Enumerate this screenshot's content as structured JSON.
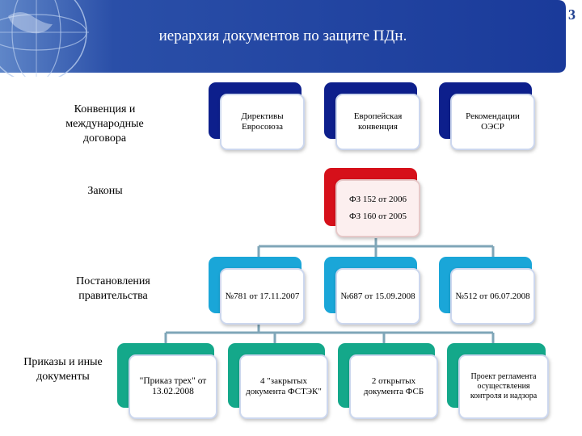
{
  "slide": {
    "title": "иерархия документов по защите ПДн.",
    "number": "3"
  },
  "levels": {
    "conventions": "Конвенция и международные договора",
    "laws": "Законы",
    "government": "Постановления правительства",
    "orders": "Приказы и иные документы"
  },
  "row_international": [
    "Директивы Евросоюза",
    "Европейская конвенция",
    "Рекомендации ОЭСР"
  ],
  "row_laws": {
    "line1": "ФЗ 152 от 2006",
    "line2": "ФЗ 160 от 2005"
  },
  "row_government": [
    "№781 от 17.11.2007",
    "№687 от 15.09.2008",
    "№512 от 06.07.2008"
  ],
  "row_orders": [
    "\"Приказ трех\" от 13.02.2008",
    "4 \"закрытых документа ФСТЭК\"",
    "2 открытых документа ФСБ",
    "Проект регламента осуществления контроля и надзора"
  ],
  "colors": {
    "header": "#1f3fa0",
    "navy": "#0d1f8c",
    "red": "#d6101a",
    "cyan": "#1aa6d8",
    "teal": "#14a88a"
  }
}
